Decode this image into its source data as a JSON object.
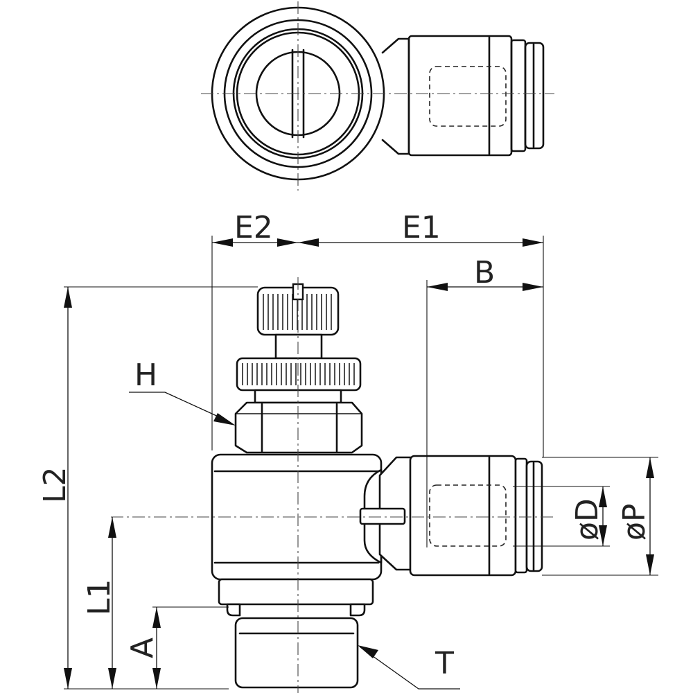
{
  "labels": {
    "e2": "E2",
    "e1": "E1",
    "b": "B",
    "h": "H",
    "l2": "L2",
    "l1": "L1",
    "a": "A",
    "t": "T",
    "od": "øD",
    "op": "øP"
  }
}
